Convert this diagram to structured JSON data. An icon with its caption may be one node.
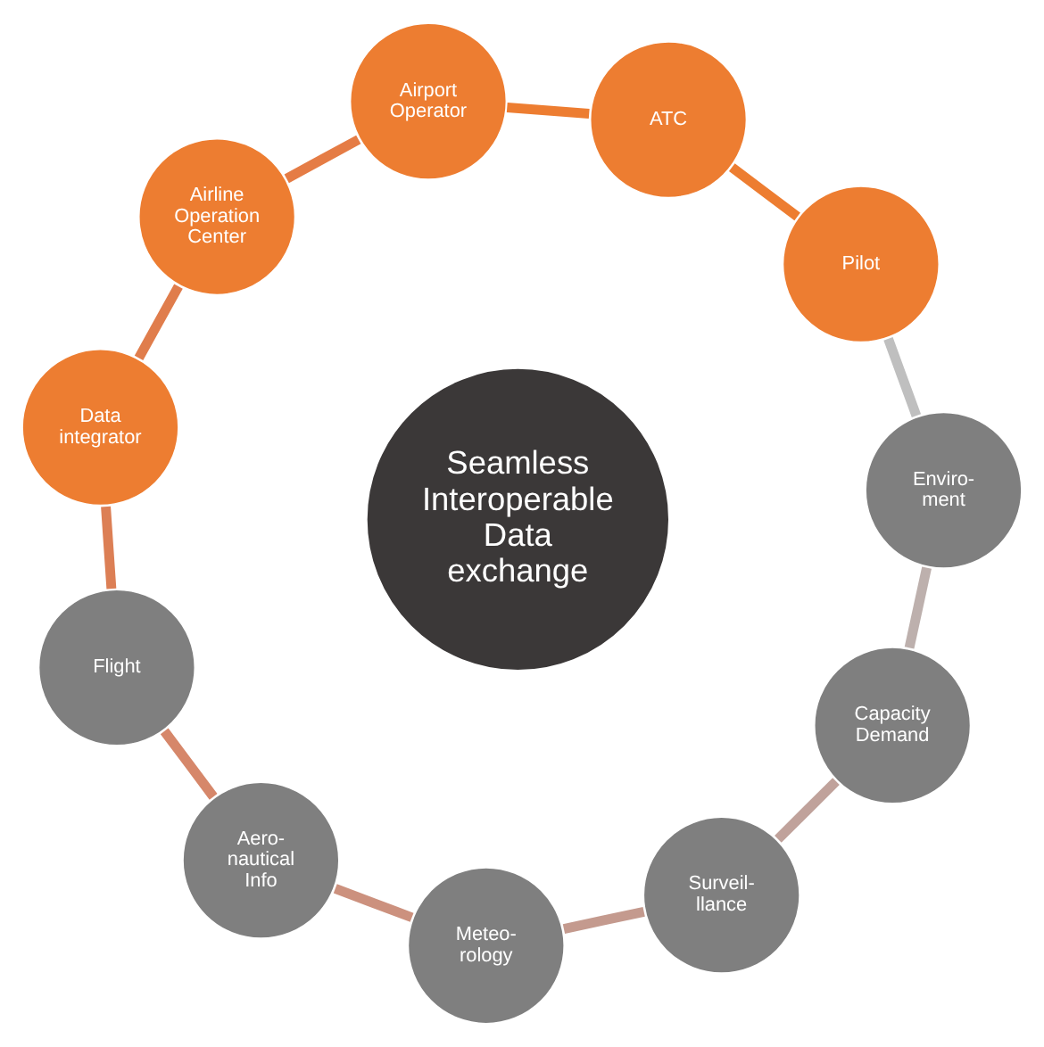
{
  "diagram": {
    "nodes": [
      {
        "text": [
          "Seamless Interoperable Data exchange"
        ]
      },
      {
        "text": [
          "Pilot"
        ]
      },
      {
        "text": [
          "ATC"
        ]
      },
      {
        "text": [
          "Airport Operator"
        ]
      },
      {
        "text": [
          "Airline Operation Center"
        ]
      },
      {
        "text": [
          "Data integrator"
        ]
      },
      {
        "text": [
          "Flight"
        ]
      },
      {
        "text": [
          "Aero- nautical Info"
        ]
      },
      {
        "text": [
          "Meteo- rology"
        ]
      },
      {
        "text": [
          "Surveil- llance"
        ]
      },
      {
        "text": [
          "Capacity Demand"
        ]
      },
      {
        "text": [
          "Enviro- ment"
        ]
      }
    ],
    "edges": [
      {
        "from": 1,
        "to": 2,
        "arrow": "none",
        "color": "#ed7d31"
      },
      {
        "from": 2,
        "to": 3,
        "arrow": "none",
        "color": "#ed7d31"
      },
      {
        "from": 3,
        "to": 4,
        "arrow": "none",
        "color": "#e57c45"
      },
      {
        "from": 4,
        "to": 5,
        "arrow": "none",
        "color": "#e07d4c"
      },
      {
        "from": 5,
        "to": 6,
        "arrow": "none",
        "color": "#dc7f55"
      },
      {
        "from": 6,
        "to": 7,
        "arrow": "none",
        "color": "#d6876a"
      },
      {
        "from": 7,
        "to": 8,
        "arrow": "none",
        "color": "#cc917e"
      },
      {
        "from": 8,
        "to": 9,
        "arrow": "none",
        "color": "#c49a8e"
      },
      {
        "from": 9,
        "to": 10,
        "arrow": "none",
        "color": "#c0a29b"
      },
      {
        "from": 10,
        "to": 11,
        "arrow": "none",
        "color": "#bdb0ad"
      },
      {
        "from": 11,
        "to": 1,
        "arrow": "none",
        "color": "#bfbfbf"
      }
    ]
  }
}
